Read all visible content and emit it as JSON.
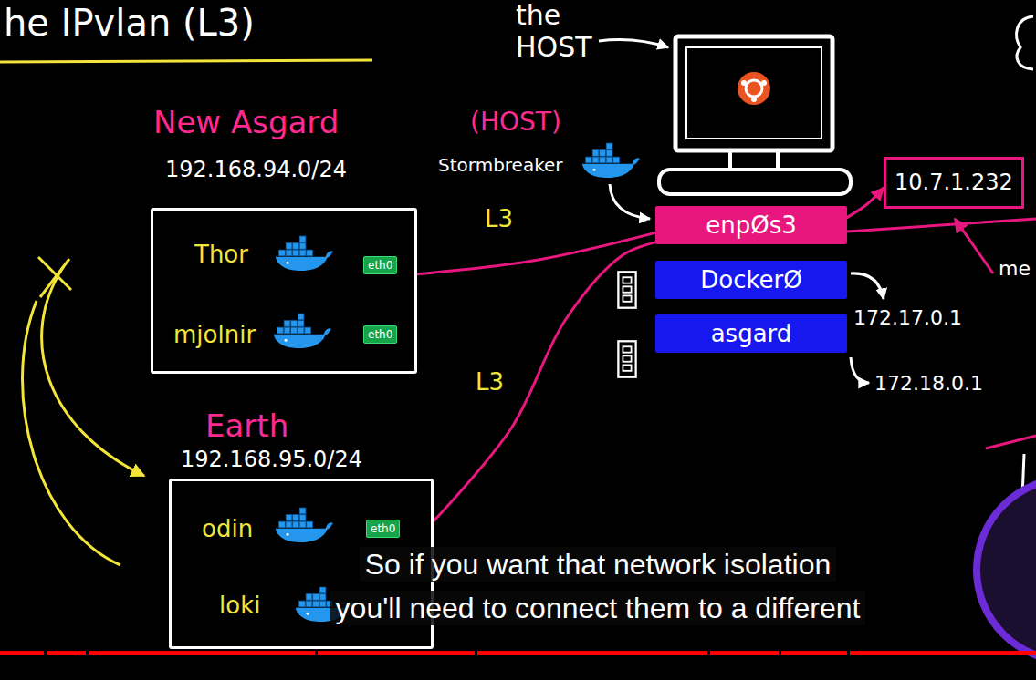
{
  "diagram": {
    "title": "he IPvlan (L3)",
    "caption": "So if you want that network isolation you'll need to connect them to a different",
    "nodes": [
      {
        "text": [
          "New Asgard",
          "192.168.94.0/24",
          "Thor",
          "mjolnir"
        ]
      },
      {
        "text": [
          "eth0"
        ],
        "in": 0
      },
      {
        "text": [
          "eth0"
        ],
        "in": 0
      },
      {
        "text": [
          "Earth",
          "192.168.95.0/24",
          "odin",
          "loki"
        ]
      },
      {
        "text": [
          "eth0"
        ],
        "in": 3
      },
      {
        "text": [
          "enpØs3"
        ]
      },
      {
        "text": [
          "DockerØ"
        ]
      },
      {
        "text": [
          "asgard"
        ]
      },
      {
        "text": [
          "10.7.1.232"
        ]
      }
    ],
    "edges": [
      {
        "from": 0,
        "to": 5,
        "label": "L3",
        "arrow": "none"
      },
      {
        "from": 3,
        "to": 5,
        "label": "L3",
        "arrow": "none"
      },
      {
        "from": 5,
        "to": 8,
        "arrow": "to"
      }
    ],
    "labels": [
      "the HOST",
      "(HOST)",
      "Stormbreaker",
      "172.17.0.1",
      "172.18.0.1",
      "me"
    ]
  }
}
